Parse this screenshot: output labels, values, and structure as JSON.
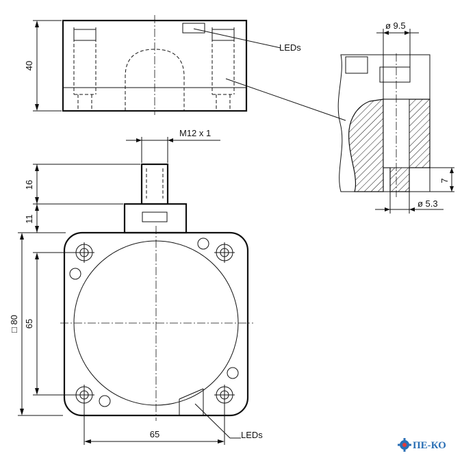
{
  "labels": {
    "dim_height_top": "40",
    "leds_top": "LEDs",
    "dia_9_5": "ø 9.5",
    "dia_5_3": "ø 5.3",
    "dim_7": "7",
    "thread": "M12 x 1",
    "dim_16": "16",
    "dim_11": "11",
    "dim_square": "□ 80",
    "dim_65_vertical": "65",
    "dim_65_horizontal": "65",
    "leds_bottom": "LEDs"
  },
  "logo": {
    "text": "ПЕ-КО",
    "icon": "gear-icon",
    "color": "#2a6fb5"
  }
}
